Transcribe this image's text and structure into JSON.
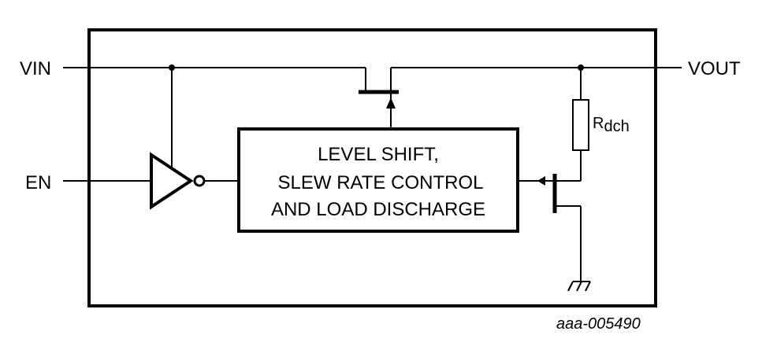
{
  "diagram": {
    "type": "block-diagram",
    "pins": {
      "vin": "VIN",
      "en": "EN",
      "vout": "VOUT"
    },
    "block": {
      "lines": [
        "LEVEL SHIFT,",
        "SLEW RATE CONTROL",
        "AND LOAD DISCHARGE"
      ]
    },
    "resistor": {
      "name": "R",
      "subscript": "dch"
    },
    "figure_id": "aaa-005490",
    "colors": {
      "stroke": "#000000",
      "background": "#ffffff"
    }
  }
}
